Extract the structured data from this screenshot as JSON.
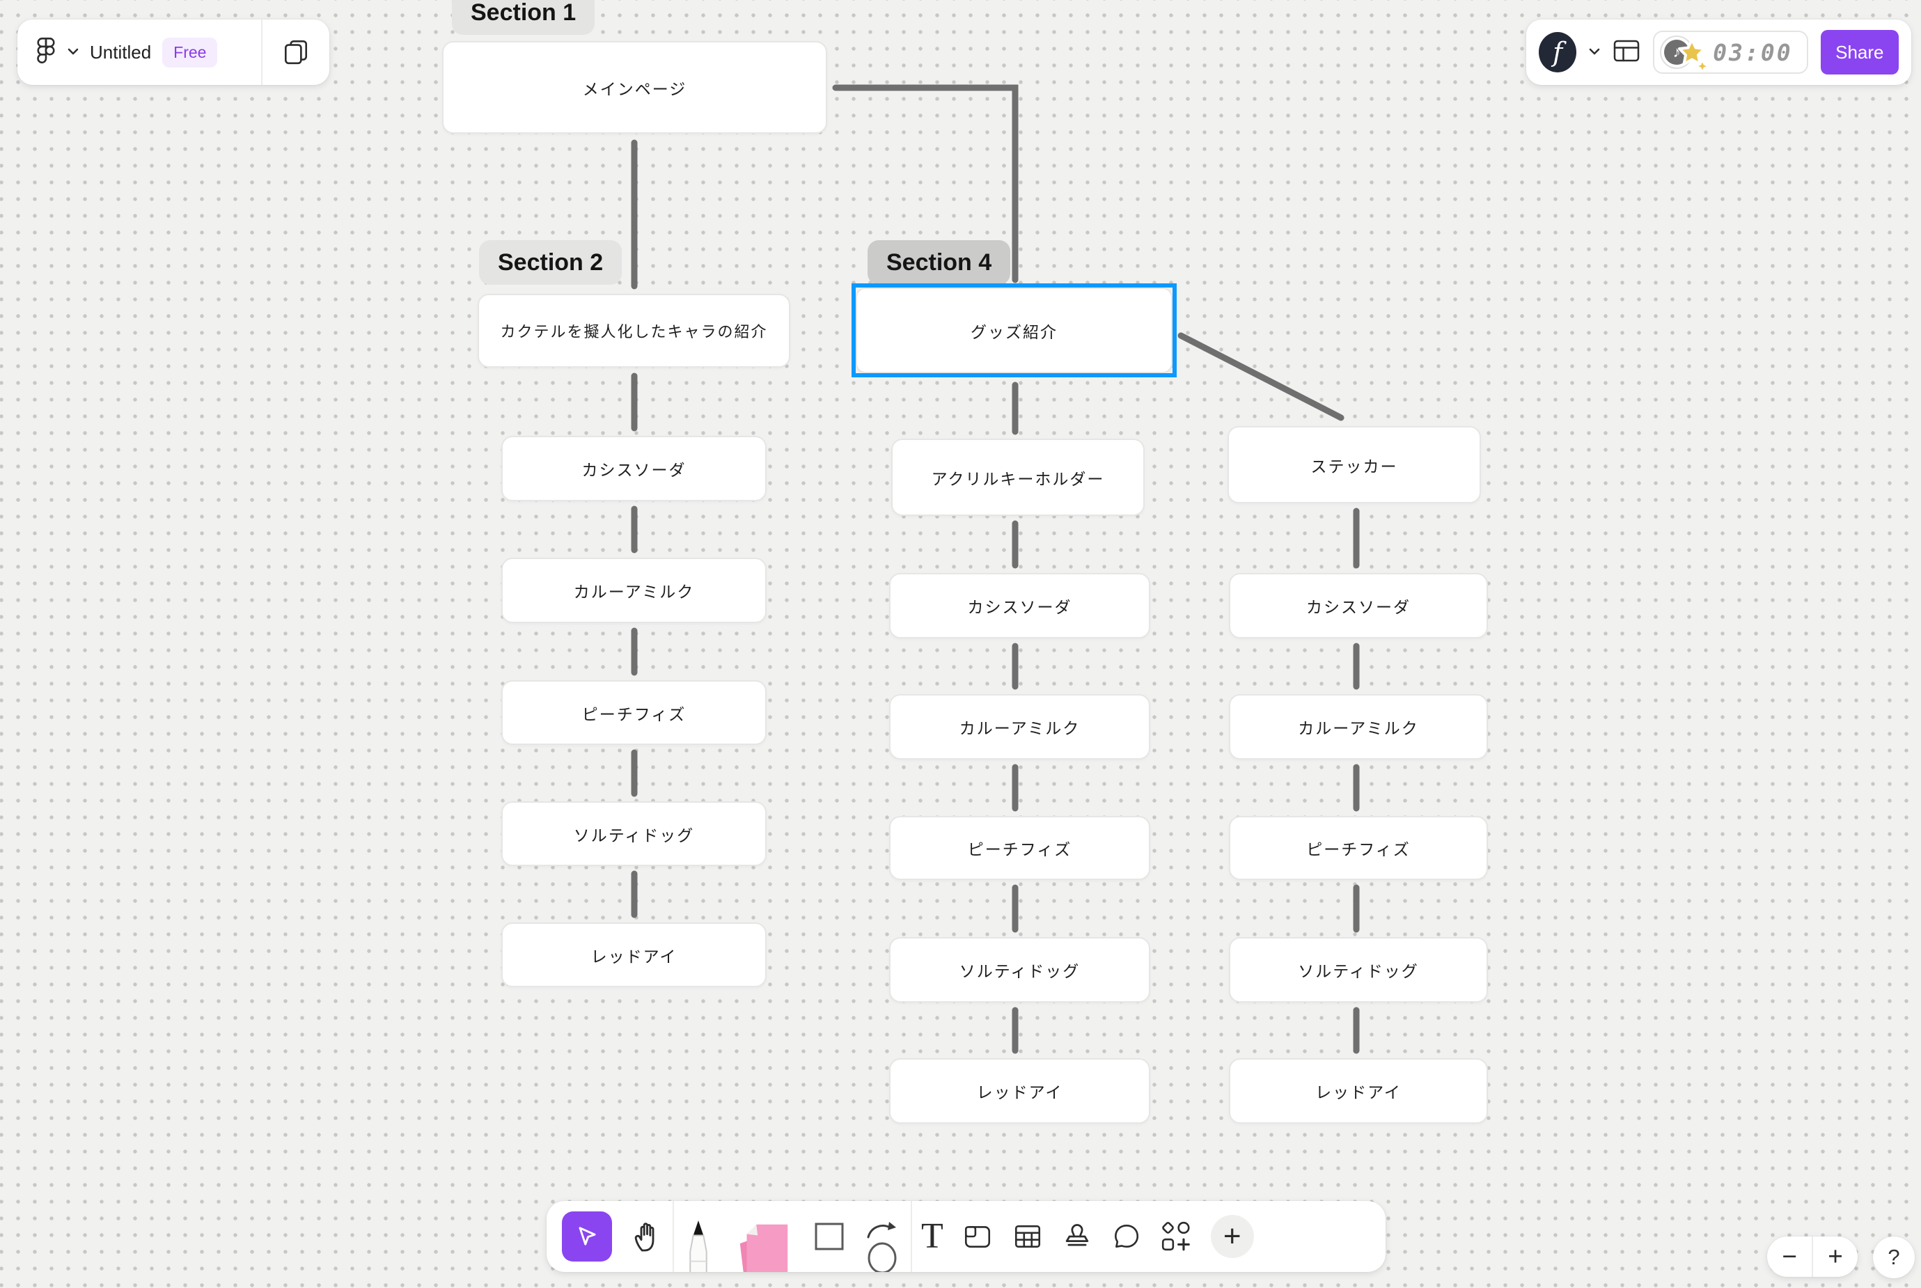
{
  "header": {
    "file_name": "Untitled",
    "plan_badge": "Free",
    "share_button": "Share",
    "timer": {
      "value": "03:00"
    },
    "icons": [
      "figma-logo",
      "chevron-down",
      "duplicate",
      "avatar",
      "chevron-down",
      "layout-panel",
      "music-note",
      "star-sticker"
    ]
  },
  "canvas": {
    "section_labels": [
      {
        "id": "section-1",
        "label": "Section 1",
        "selected": false
      },
      {
        "id": "section-2",
        "label": "Section 2",
        "selected": false
      },
      {
        "id": "section-4",
        "label": "Section 4",
        "selected": true
      }
    ],
    "nodes": [
      {
        "id": "main-page",
        "label": "メインページ",
        "selected": false
      },
      {
        "id": "cocktail-characters-intro",
        "label": "カクテルを擬人化したキャラの紹介",
        "selected": false
      },
      {
        "id": "a-cassis-soda",
        "label": "カシスソーダ",
        "selected": false
      },
      {
        "id": "a-kahlua-milk",
        "label": "カルーアミルク",
        "selected": false
      },
      {
        "id": "a-peach-fizz",
        "label": "ピーチフィズ",
        "selected": false
      },
      {
        "id": "a-salty-dog",
        "label": "ソルティドッグ",
        "selected": false
      },
      {
        "id": "a-red-eye",
        "label": "レッドアイ",
        "selected": false
      },
      {
        "id": "goods-intro",
        "label": "グッズ紹介",
        "selected": true
      },
      {
        "id": "acrylic-keychain",
        "label": "アクリルキーホルダー",
        "selected": false
      },
      {
        "id": "b-cassis-soda",
        "label": "カシスソーダ",
        "selected": false
      },
      {
        "id": "b-kahlua-milk",
        "label": "カルーアミルク",
        "selected": false
      },
      {
        "id": "b-peach-fizz",
        "label": "ピーチフィズ",
        "selected": false
      },
      {
        "id": "b-salty-dog",
        "label": "ソルティドッグ",
        "selected": false
      },
      {
        "id": "b-red-eye",
        "label": "レッドアイ",
        "selected": false
      },
      {
        "id": "sticker",
        "label": "ステッカー",
        "selected": false
      },
      {
        "id": "c-cassis-soda",
        "label": "カシスソーダ",
        "selected": false
      },
      {
        "id": "c-kahlua-milk",
        "label": "カルーアミルク",
        "selected": false
      },
      {
        "id": "c-peach-fizz",
        "label": "ピーチフィズ",
        "selected": false
      },
      {
        "id": "c-salty-dog",
        "label": "ソルティドッグ",
        "selected": false
      },
      {
        "id": "c-red-eye",
        "label": "レッドアイ",
        "selected": false
      }
    ],
    "colors": {
      "selection_blue": "#0D99FF",
      "connector_gray": "#6F6F6F",
      "accent_purple": "#8A45F0"
    }
  },
  "toolbar": {
    "selected_tool": "select",
    "tools": [
      "select",
      "hand",
      "marker",
      "sticky-note",
      "shape-square",
      "connector",
      "text",
      "section",
      "table",
      "stamp",
      "comment",
      "shapes",
      "add"
    ]
  },
  "zoom_controls": {
    "zoom_out": "−",
    "zoom_in": "+",
    "help": "?"
  }
}
